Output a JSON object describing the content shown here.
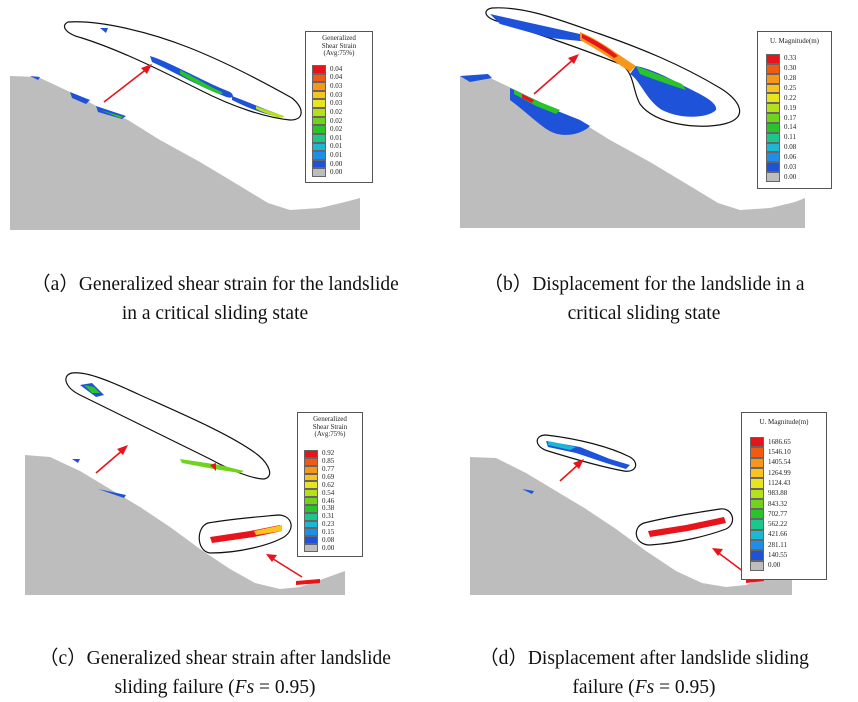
{
  "panels": [
    {
      "id": "a",
      "caption_line1": "（a）Generalized shear strain for the landslide",
      "caption_line2": "in a critical sliding state",
      "legend": {
        "title": "Generalized\nShear Strain\n(Avg:75%)",
        "values": [
          "0.04",
          "0.04",
          "0.03",
          "0.03",
          "0.03",
          "0.02",
          "0.02",
          "0.02",
          "0.01",
          "0.01",
          "0.01",
          "0.00",
          "0.00"
        ],
        "colors": [
          "#e8141c",
          "#f25a12",
          "#f7971a",
          "#f9c41e",
          "#e8e41e",
          "#b4e01c",
          "#6fd41a",
          "#28c42a",
          "#1bc88a",
          "#1ab8d4",
          "#1f8ee8",
          "#1e52d8",
          "#bdbdbd"
        ]
      }
    },
    {
      "id": "b",
      "caption_line1": "（b）Displacement for the landslide in a",
      "caption_line2": "critical sliding state",
      "legend": {
        "title": "U. Magnitude(m)",
        "values": [
          "0.33",
          "0.30",
          "0.28",
          "0.25",
          "0.22",
          "0.19",
          "0.17",
          "0.14",
          "0.11",
          "0.08",
          "0.06",
          "0.03",
          "0.00"
        ],
        "colors": [
          "#e8141c",
          "#f25a12",
          "#f7971a",
          "#f9c41e",
          "#e8e41e",
          "#b4e01c",
          "#6fd41a",
          "#28c42a",
          "#1bc88a",
          "#1ab8d4",
          "#1f8ee8",
          "#1e52d8",
          "#bdbdbd"
        ]
      }
    },
    {
      "id": "c",
      "caption_line1": "（c）Generalized shear strain after landslide",
      "caption_line2_pre": "sliding failure (",
      "caption_line2_italic": "Fs",
      "caption_line2_post": " = 0.95)",
      "legend": {
        "title": "Generalized\nShear Strain\n(Avg:75%)",
        "values": [
          "0.92",
          "0.85",
          "0.77",
          "0.69",
          "0.62",
          "0.54",
          "0.46",
          "0.38",
          "0.31",
          "0.23",
          "0.15",
          "0.08",
          "0.00"
        ],
        "colors": [
          "#e8141c",
          "#f25a12",
          "#f7971a",
          "#f9c41e",
          "#e8e41e",
          "#b4e01c",
          "#6fd41a",
          "#28c42a",
          "#1bc88a",
          "#1ab8d4",
          "#1f8ee8",
          "#1e52d8",
          "#bdbdbd"
        ]
      }
    },
    {
      "id": "d",
      "caption_line1": "（d）Displacement after landslide sliding",
      "caption_line2_pre": "failure (",
      "caption_line2_italic": "Fs",
      "caption_line2_post": " = 0.95)",
      "legend": {
        "title": "U. Magnitude(m)",
        "values": [
          "1686.65",
          "1546.10",
          "1405.54",
          "1264.99",
          "1124.43",
          "983.88",
          "843.32",
          "702.77",
          "562.22",
          "421.66",
          "281.11",
          "140.55",
          "0.00"
        ],
        "colors": [
          "#e8141c",
          "#f25a12",
          "#f7971a",
          "#f9c41e",
          "#e8e41e",
          "#b4e01c",
          "#6fd41a",
          "#28c42a",
          "#1bc88a",
          "#1ab8d4",
          "#1f8ee8",
          "#1e52d8",
          "#bdbdbd"
        ]
      }
    }
  ],
  "colors": {
    "slope": "#bdbdbd",
    "arrow": "#e8141c",
    "outline": "#111111"
  }
}
